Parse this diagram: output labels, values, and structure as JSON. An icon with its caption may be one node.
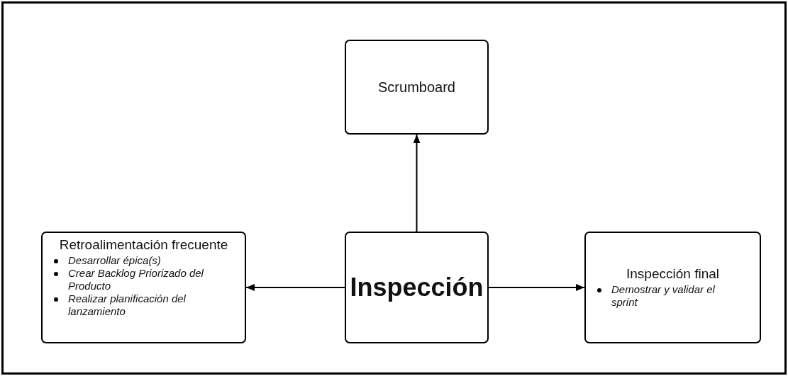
{
  "diagram": {
    "nodes": [
      {
        "text": [
          "Scrumboard"
        ]
      },
      {
        "text": [
          "Retroalimentación frecuente",
          "Desarrollar épica(s)",
          "Crear Backlog Priorizado del Producto",
          "Realizar planificación del lanzamiento"
        ]
      },
      {
        "text": [
          "Inspección"
        ]
      },
      {
        "text": [
          "Inspección final",
          "Demostrar y validar el sprint"
        ]
      }
    ],
    "edges": [
      {
        "from": 2,
        "to": 0,
        "arrow": "to"
      },
      {
        "from": 2,
        "to": 1,
        "arrow": "to"
      },
      {
        "from": 2,
        "to": 3,
        "arrow": "to"
      }
    ]
  }
}
